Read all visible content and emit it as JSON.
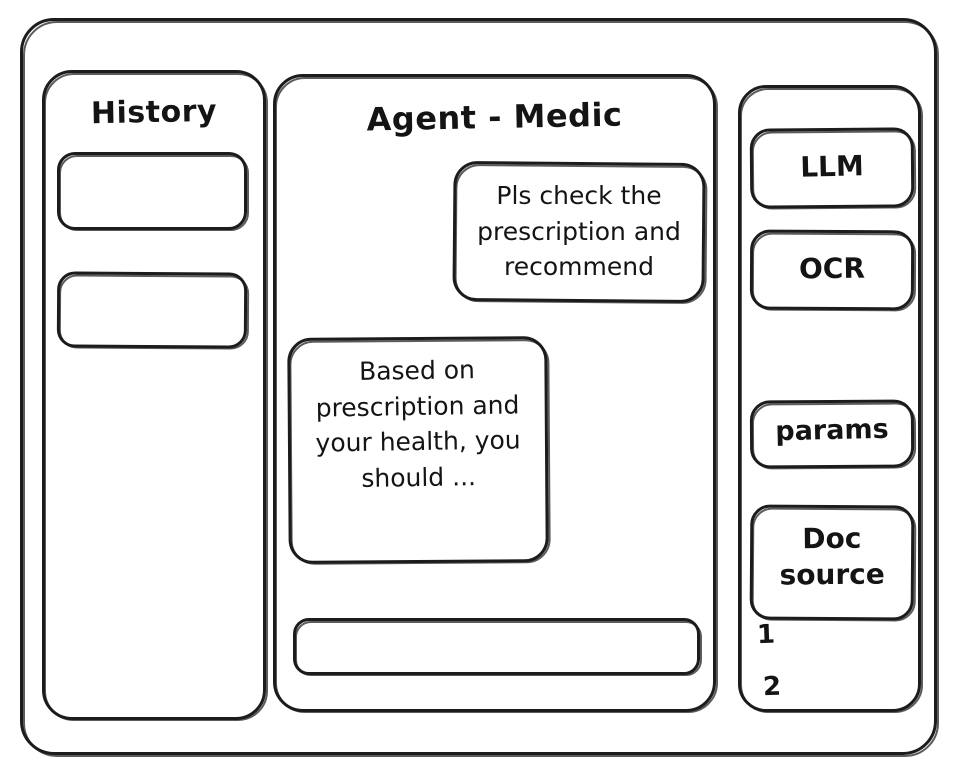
{
  "app": {
    "frame_label": "app-window"
  },
  "history": {
    "title": "History",
    "items": [
      {
        "label": ""
      },
      {
        "label": ""
      }
    ]
  },
  "chat": {
    "title": "Agent - Medic",
    "messages": [
      {
        "role": "user",
        "text": "Pls check the prescription and recommend"
      },
      {
        "role": "assistant",
        "text": "Based on prescription and your health, you should ..."
      }
    ],
    "composer": {
      "value": "",
      "placeholder": ""
    }
  },
  "tools": {
    "cards": [
      {
        "label": "LLM"
      },
      {
        "label": "OCR"
      },
      {
        "label": "params"
      },
      {
        "label": "Doc source"
      }
    ],
    "doc_source_items": [
      "1",
      "2"
    ]
  },
  "colors": {
    "ink": "#1c1c1c",
    "text": "#141414",
    "background": "#ffffff"
  }
}
